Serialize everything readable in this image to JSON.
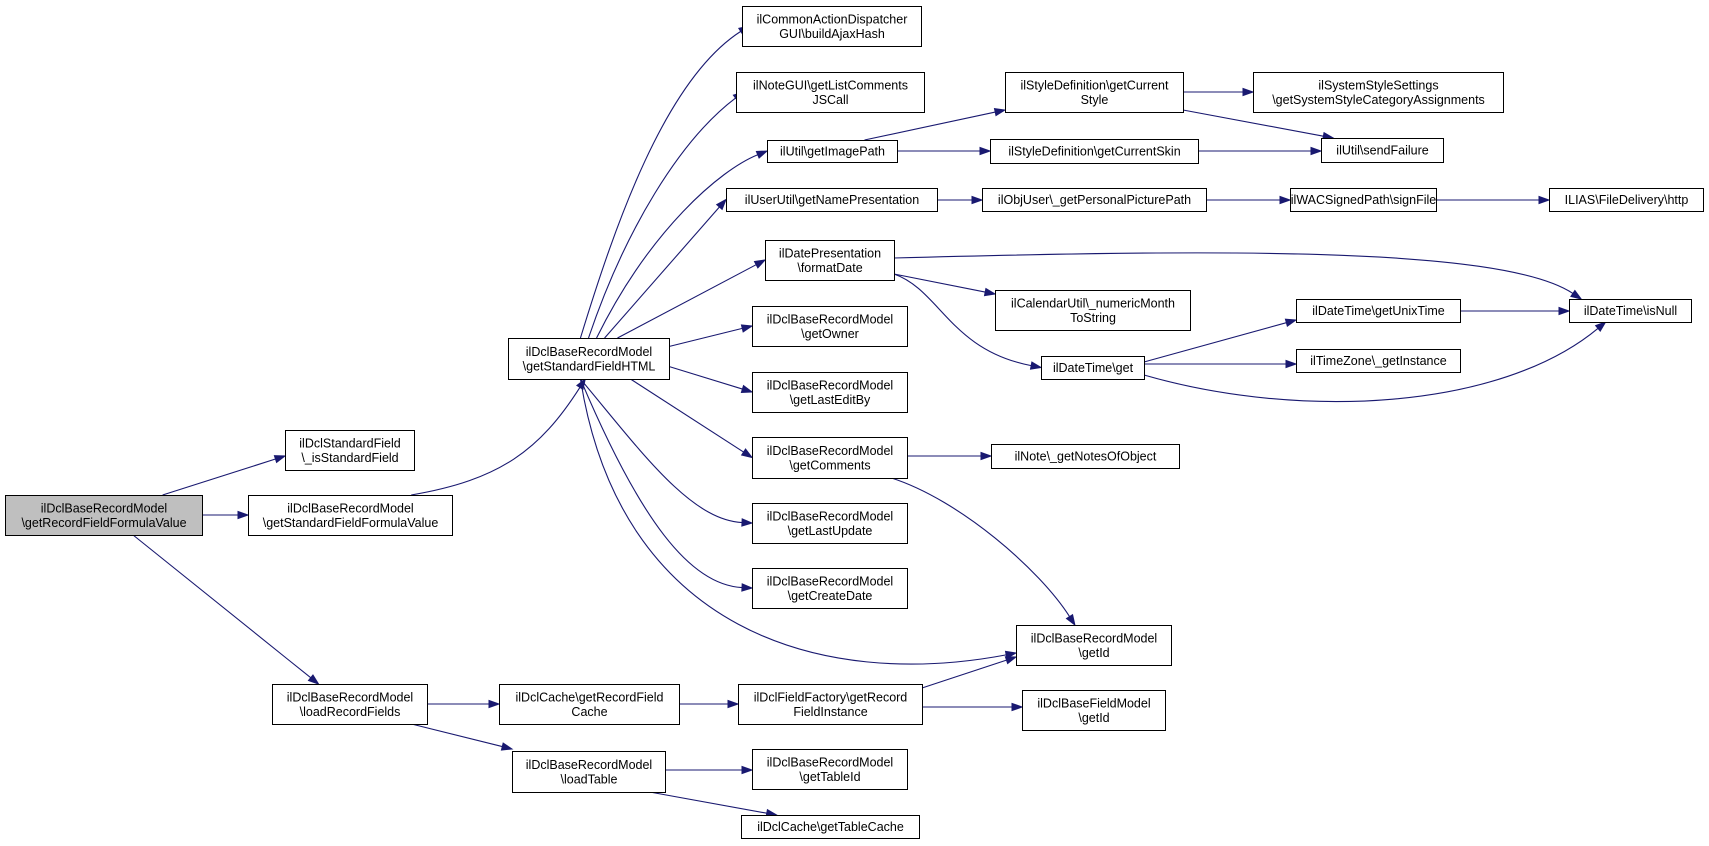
{
  "diagram": {
    "nodes": [
      {
        "id": "root",
        "lines": [
          "ilDclBaseRecordModel",
          "\\getRecordFieldFormulaValue"
        ],
        "highlight": true
      },
      {
        "id": "isStd",
        "lines": [
          "ilDclStandardField",
          "\\_isStandardField"
        ]
      },
      {
        "id": "getStdFV",
        "lines": [
          "ilDclBaseRecordModel",
          "\\getStandardFieldFormulaValue"
        ]
      },
      {
        "id": "loadRF",
        "lines": [
          "ilDclBaseRecordModel",
          "\\loadRecordFields"
        ]
      },
      {
        "id": "getStdHTML",
        "lines": [
          "ilDclBaseRecordModel",
          "\\getStandardFieldHTML"
        ]
      },
      {
        "id": "rfCache",
        "lines": [
          "ilDclCache\\getRecordField",
          "Cache"
        ]
      },
      {
        "id": "loadTable",
        "lines": [
          "ilDclBaseRecordModel",
          "\\loadTable"
        ]
      },
      {
        "id": "ajaxHash",
        "lines": [
          "ilCommonActionDispatcher",
          "GUI\\buildAjaxHash"
        ]
      },
      {
        "id": "noteGUI",
        "lines": [
          "ilNoteGUI\\getListComments",
          "JSCall"
        ]
      },
      {
        "id": "imgPath",
        "lines": [
          "ilUtil\\getImagePath"
        ]
      },
      {
        "id": "namePres",
        "lines": [
          "ilUserUtil\\getNamePresentation"
        ]
      },
      {
        "id": "fmtDate",
        "lines": [
          "ilDatePresentation",
          "\\formatDate"
        ]
      },
      {
        "id": "getOwner",
        "lines": [
          "ilDclBaseRecordModel",
          "\\getOwner"
        ]
      },
      {
        "id": "lastEdit",
        "lines": [
          "ilDclBaseRecordModel",
          "\\getLastEditBy"
        ]
      },
      {
        "id": "comments",
        "lines": [
          "ilDclBaseRecordModel",
          "\\getComments"
        ]
      },
      {
        "id": "lastUpd",
        "lines": [
          "ilDclBaseRecordModel",
          "\\getLastUpdate"
        ]
      },
      {
        "id": "createDate",
        "lines": [
          "ilDclBaseRecordModel",
          "\\getCreateDate"
        ]
      },
      {
        "id": "fieldInst",
        "lines": [
          "ilDclFieldFactory\\getRecord",
          "FieldInstance"
        ]
      },
      {
        "id": "tableId",
        "lines": [
          "ilDclBaseRecordModel",
          "\\getTableId"
        ]
      },
      {
        "id": "tableCache",
        "lines": [
          "ilDclCache\\getTableCache"
        ]
      },
      {
        "id": "curStyle",
        "lines": [
          "ilStyleDefinition\\getCurrent",
          "Style"
        ]
      },
      {
        "id": "curSkin",
        "lines": [
          "ilStyleDefinition\\getCurrentSkin"
        ]
      },
      {
        "id": "picPath",
        "lines": [
          "ilObjUser\\_getPersonalPicturePath"
        ]
      },
      {
        "id": "monthStr",
        "lines": [
          "ilCalendarUtil\\_numericMonth",
          "ToString"
        ]
      },
      {
        "id": "dtGet",
        "lines": [
          "ilDateTime\\get"
        ]
      },
      {
        "id": "notesObj",
        "lines": [
          "ilNote\\_getNotesOfObject"
        ]
      },
      {
        "id": "recId",
        "lines": [
          "ilDclBaseRecordModel",
          "\\getId"
        ]
      },
      {
        "id": "fieldId",
        "lines": [
          "ilDclBaseFieldModel",
          "\\getId"
        ]
      },
      {
        "id": "styleCat",
        "lines": [
          "ilSystemStyleSettings",
          "\\getSystemStyleCategoryAssignments"
        ]
      },
      {
        "id": "sendFail",
        "lines": [
          "ilUtil\\sendFailure"
        ]
      },
      {
        "id": "signFile",
        "lines": [
          "ilWACSignedPath\\signFile"
        ]
      },
      {
        "id": "unixTime",
        "lines": [
          "ilDateTime\\getUnixTime"
        ]
      },
      {
        "id": "tzInst",
        "lines": [
          "ilTimeZone\\_getInstance"
        ]
      },
      {
        "id": "http",
        "lines": [
          "ILIAS\\FileDelivery\\http"
        ]
      },
      {
        "id": "isNull",
        "lines": [
          "ilDateTime\\isNull"
        ]
      }
    ],
    "edges": [
      [
        "root",
        "isStd"
      ],
      [
        "root",
        "getStdFV"
      ],
      [
        "root",
        "loadRF"
      ],
      [
        "getStdFV",
        "getStdHTML"
      ],
      [
        "getStdHTML",
        "ajaxHash"
      ],
      [
        "getStdHTML",
        "noteGUI"
      ],
      [
        "getStdHTML",
        "imgPath"
      ],
      [
        "getStdHTML",
        "namePres"
      ],
      [
        "getStdHTML",
        "fmtDate"
      ],
      [
        "getStdHTML",
        "getOwner"
      ],
      [
        "getStdHTML",
        "lastEdit"
      ],
      [
        "getStdHTML",
        "comments"
      ],
      [
        "getStdHTML",
        "lastUpd"
      ],
      [
        "getStdHTML",
        "createDate"
      ],
      [
        "getStdHTML",
        "recId"
      ],
      [
        "imgPath",
        "curStyle"
      ],
      [
        "imgPath",
        "curSkin"
      ],
      [
        "curStyle",
        "styleCat"
      ],
      [
        "curStyle",
        "sendFail"
      ],
      [
        "curSkin",
        "sendFail"
      ],
      [
        "namePres",
        "picPath"
      ],
      [
        "picPath",
        "signFile"
      ],
      [
        "signFile",
        "http"
      ],
      [
        "fmtDate",
        "isNull"
      ],
      [
        "fmtDate",
        "monthStr"
      ],
      [
        "fmtDate",
        "dtGet"
      ],
      [
        "dtGet",
        "unixTime"
      ],
      [
        "dtGet",
        "tzInst"
      ],
      [
        "dtGet",
        "isNull"
      ],
      [
        "unixTime",
        "isNull"
      ],
      [
        "comments",
        "notesObj"
      ],
      [
        "comments",
        "recId"
      ],
      [
        "loadRF",
        "rfCache"
      ],
      [
        "loadRF",
        "loadTable"
      ],
      [
        "rfCache",
        "fieldInst"
      ],
      [
        "fieldInst",
        "recId"
      ],
      [
        "fieldInst",
        "fieldId"
      ],
      [
        "loadTable",
        "tableId"
      ],
      [
        "loadTable",
        "tableCache"
      ]
    ]
  }
}
